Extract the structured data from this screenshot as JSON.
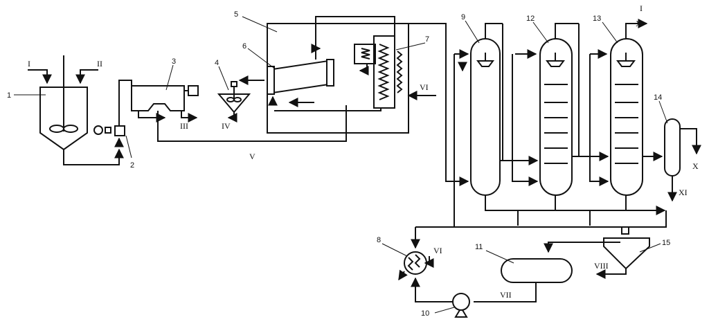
{
  "colors": {
    "line": "#111111",
    "background": "#ffffff"
  },
  "equipment_numbers": {
    "n1": "1",
    "n2": "2",
    "n3": "3",
    "n4": "4",
    "n5": "5",
    "n6": "6",
    "n7": "7",
    "n8": "8",
    "n9": "9",
    "n10": "10",
    "n11": "11",
    "n12": "12",
    "n13": "13",
    "n14": "14",
    "n15": "15"
  },
  "streams": {
    "s_I_in": "I",
    "s_II_in": "II",
    "s_III": "III",
    "s_IV": "IV",
    "s_V": "V",
    "s_VI_heater": "VI",
    "s_VI_cooler": "VI",
    "s_VII": "VII",
    "s_VIII": "VIII",
    "s_I_top": "I",
    "s_X_top": "X",
    "s_X_side": "X",
    "s_XI": "XI"
  }
}
